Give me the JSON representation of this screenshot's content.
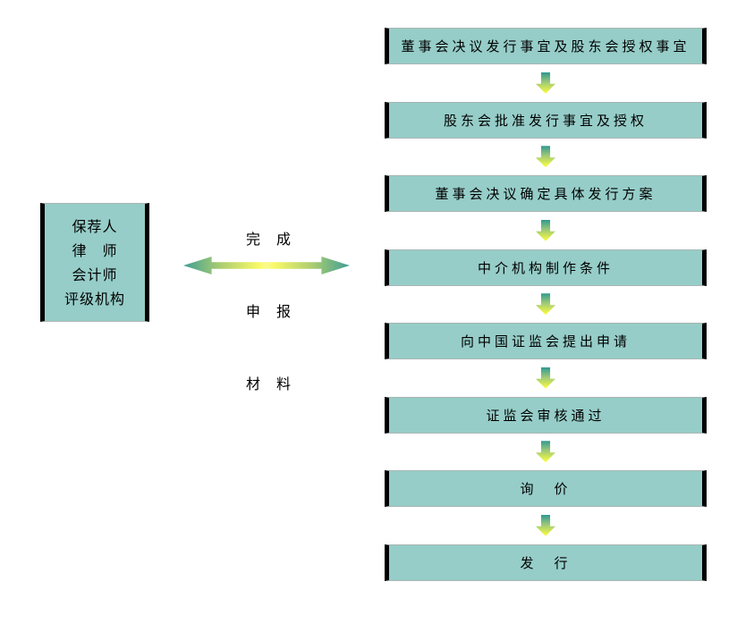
{
  "left_box": {
    "lines": [
      "保荐人",
      "律　师",
      "会计师",
      "评级机构"
    ]
  },
  "middle_label": {
    "lines": [
      "完　成",
      "申　报",
      "材　料"
    ]
  },
  "flow": {
    "steps": [
      {
        "label": "董事会决议发行事宜及股东会授权事宜"
      },
      {
        "label": "股东会批准发行事宜及授权"
      },
      {
        "label": "董事会决议确定具体发行方案"
      },
      {
        "label": "中介机构制作条件"
      },
      {
        "label": "向中国证监会提出申请"
      },
      {
        "label": "证监会审核通过"
      },
      {
        "label": "询　价"
      },
      {
        "label": "发　行"
      }
    ]
  },
  "icons": {
    "down_arrow": "down-arrow-icon",
    "double_arrow": "left-right-double-arrow-icon"
  },
  "colors": {
    "background": "#FFFFFF",
    "box_fill": "#96CDC8",
    "box_side_border": "#000000",
    "box_thin_border": "#A9B6B4",
    "arrow_teal": "#2E9A92",
    "arrow_yellow_green": "#9CC878",
    "arrow_yellow": "#FFFF3C",
    "text": "#000000"
  }
}
